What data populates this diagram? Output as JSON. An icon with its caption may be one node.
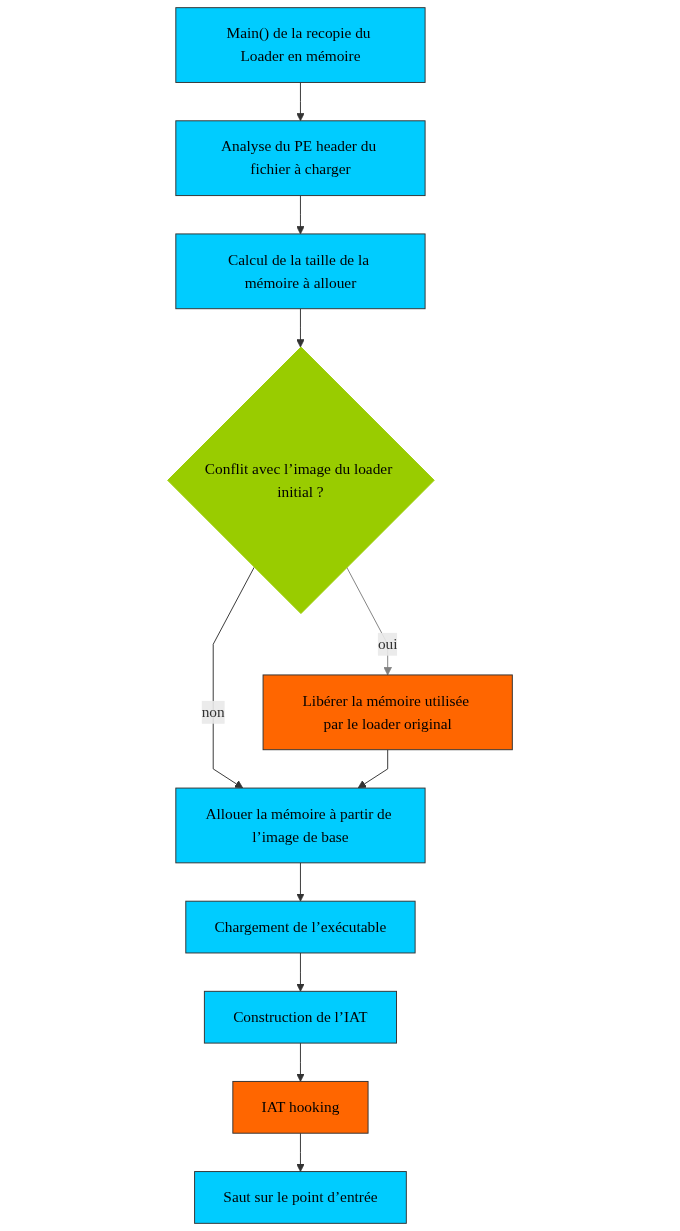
{
  "diagram": {
    "nodes": [
      {
        "text": [
          "Main() de la recopie du Loader en mémoire"
        ]
      },
      {
        "text": [
          "Analyse du PE header du fichier à charger"
        ]
      },
      {
        "text": [
          "Calcul de la taille de la mémoire à allouer"
        ]
      },
      {
        "text": [
          "Conflit avec l’image du loader initial ?"
        ]
      },
      {
        "text": [
          "Libérer la mémoire utilisée par le loader original"
        ]
      },
      {
        "text": [
          "Allouer la mémoire à partir de l’image de base"
        ]
      },
      {
        "text": [
          "Chargement de l’exécutable"
        ]
      },
      {
        "text": [
          "Construction de l’IAT"
        ]
      },
      {
        "text": [
          "IAT hooking"
        ]
      },
      {
        "text": [
          "Saut sur le point d’entrée"
        ]
      }
    ],
    "edges": [
      {
        "from": 0,
        "to": 1,
        "arrow": "to"
      },
      {
        "from": 1,
        "to": 2,
        "arrow": "to"
      },
      {
        "from": 2,
        "to": 3,
        "arrow": "to"
      },
      {
        "from": 3,
        "to": 4,
        "arrow": "to",
        "label": "oui",
        "color": "#808080"
      },
      {
        "from": 3,
        "to": 5,
        "arrow": "to",
        "label": "non"
      },
      {
        "from": 4,
        "to": 5,
        "arrow": "to"
      },
      {
        "from": 5,
        "to": 6,
        "arrow": "to"
      },
      {
        "from": 6,
        "to": 7,
        "arrow": "to"
      },
      {
        "from": 7,
        "to": 8,
        "arrow": "to"
      },
      {
        "from": 8,
        "to": 9,
        "arrow": "to"
      }
    ]
  }
}
